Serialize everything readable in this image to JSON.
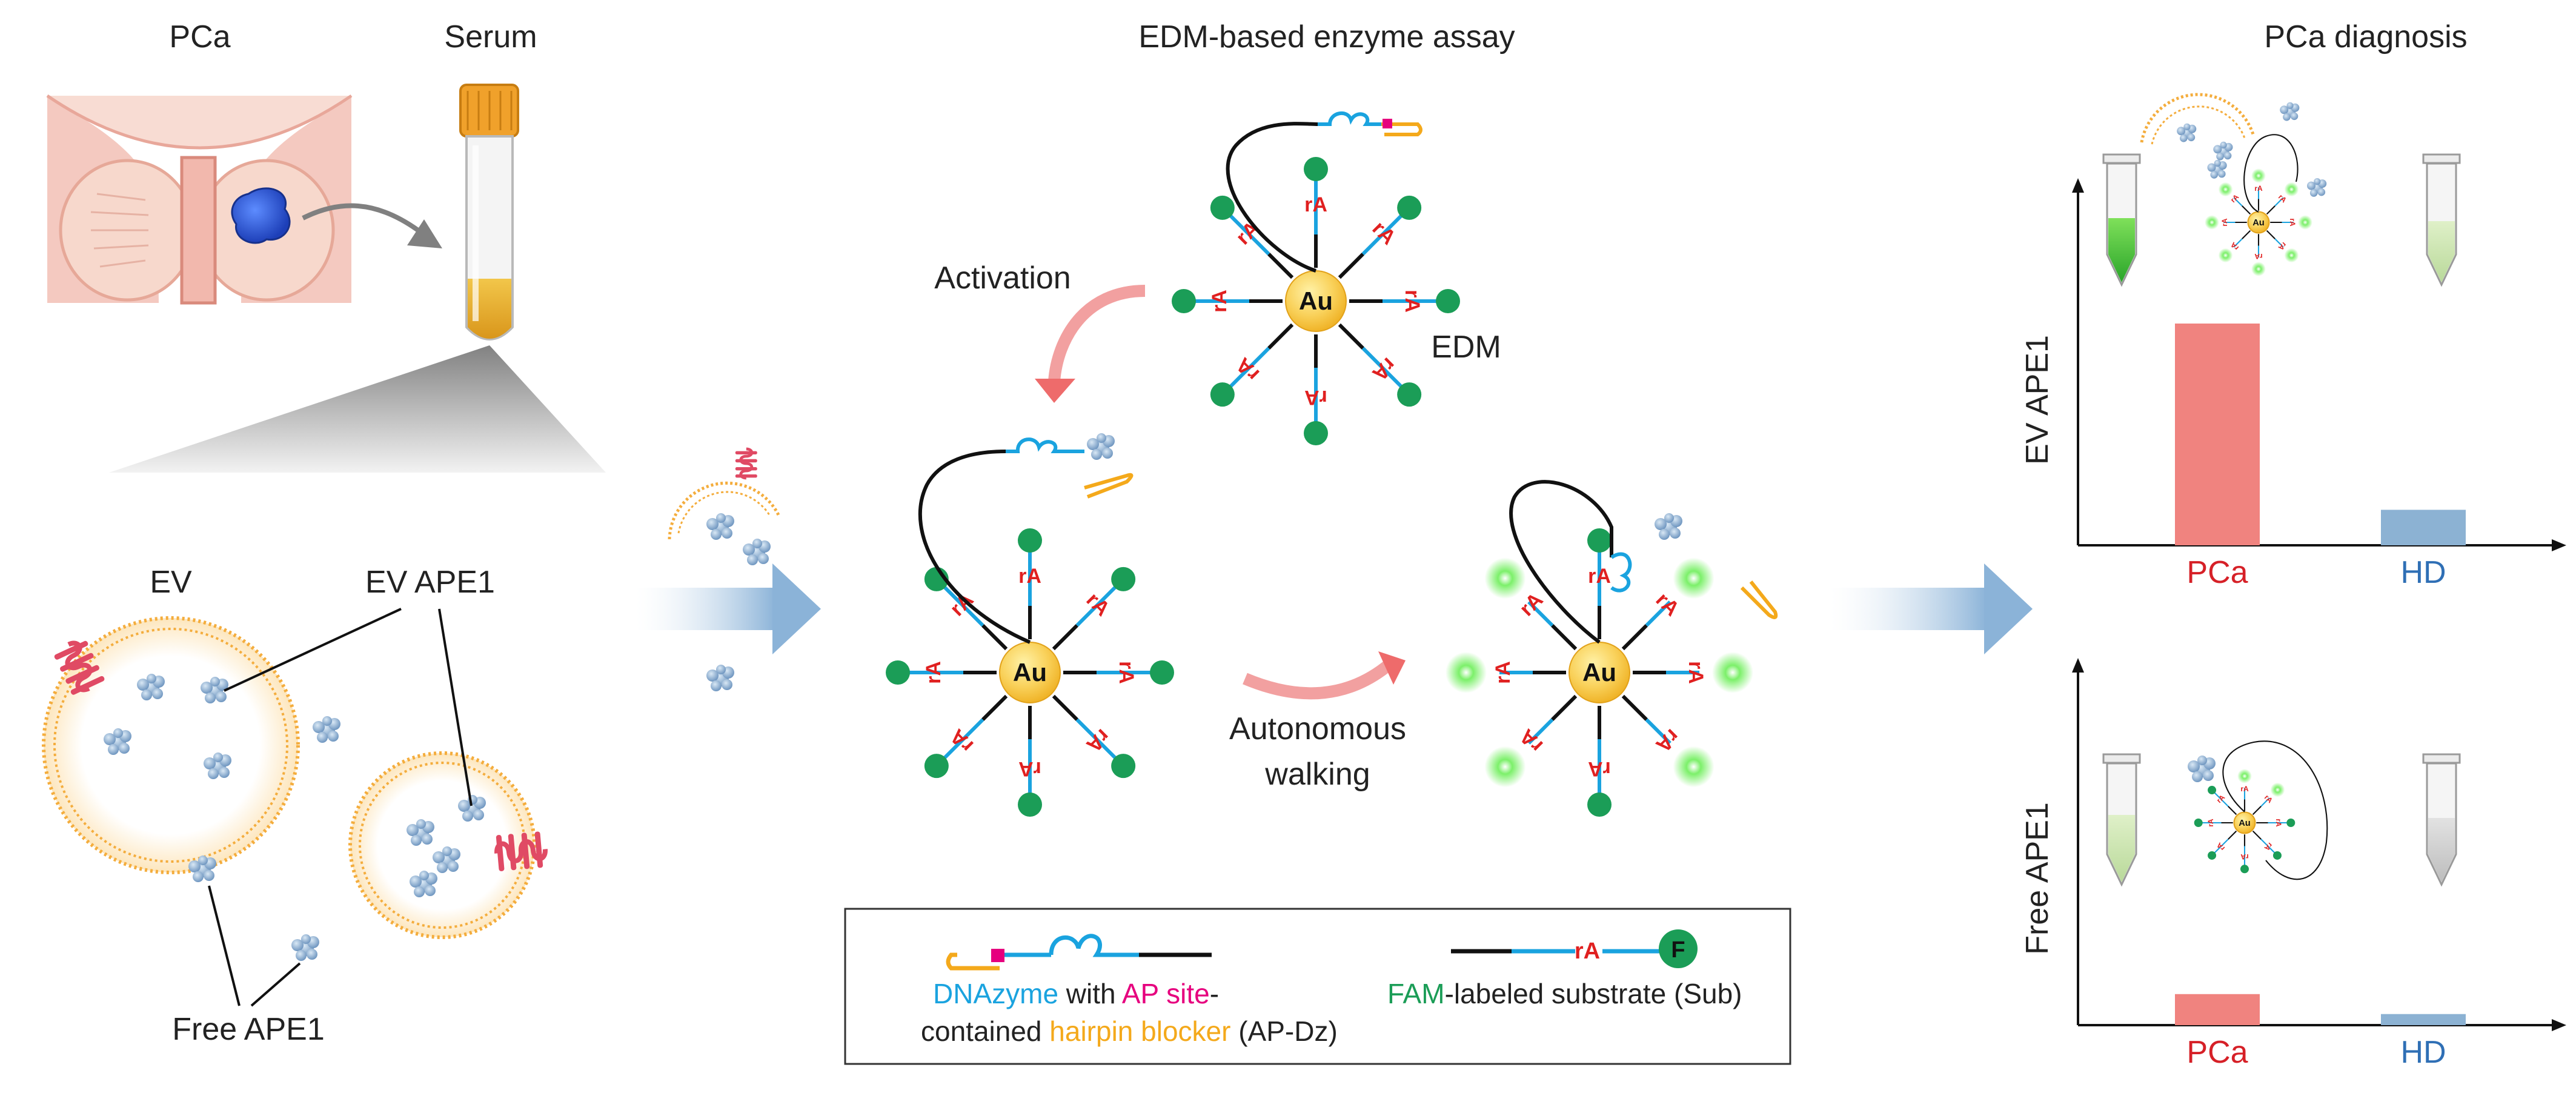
{
  "headers": {
    "pca": "PCa",
    "serum": "Serum",
    "assay": "EDM-based enzyme assay",
    "diagnosis": "PCa diagnosis"
  },
  "labels": {
    "ev": "EV",
    "ev_ape1": "EV APE1",
    "free_ape1": "Free APE1",
    "activation": "Activation",
    "edm": "EDM",
    "autonomous": "Autonomous",
    "walking": "walking",
    "au": "Au",
    "ra": "rA"
  },
  "legend": {
    "dnazyme": "DNAzyme",
    "with": " with ",
    "ap_site": "AP site",
    "dash": "-",
    "contained": "contained ",
    "hairpin_blocker": "hairpin blocker",
    "ap_dz": " (AP-Dz)",
    "fam_labeled": "FAM",
    "substrate_rest": "-labeled substrate (Sub)",
    "f_marker": "F"
  },
  "charts": {
    "ylabel_ev": "EV APE1",
    "ylabel_free": "Free APE1"
  },
  "chart_data": [
    {
      "type": "bar",
      "ylabel": "EV APE1",
      "categories": [
        "PCa",
        "HD"
      ],
      "values": [
        1.0,
        0.16
      ],
      "colors": [
        "#f0837f",
        "#8cb2d3"
      ],
      "label_colors": [
        "#d62027",
        "#2f6fb5"
      ]
    },
    {
      "type": "bar",
      "ylabel": "Free APE1",
      "categories": [
        "PCa",
        "HD"
      ],
      "values": [
        0.14,
        0.05
      ],
      "colors": [
        "#f0837f",
        "#8cb2d3"
      ],
      "label_colors": [
        "#d62027",
        "#2f6fb5"
      ]
    }
  ],
  "colors": {
    "dnazyme": "#1aa3df",
    "ap_site": "#e6007e",
    "hairpin": "#f4a91b",
    "fam": "#1b9d57",
    "ra": "#e02020",
    "gold": "#f7c743",
    "pca_red": "#d62027",
    "hd_blue": "#2f6fb5"
  }
}
